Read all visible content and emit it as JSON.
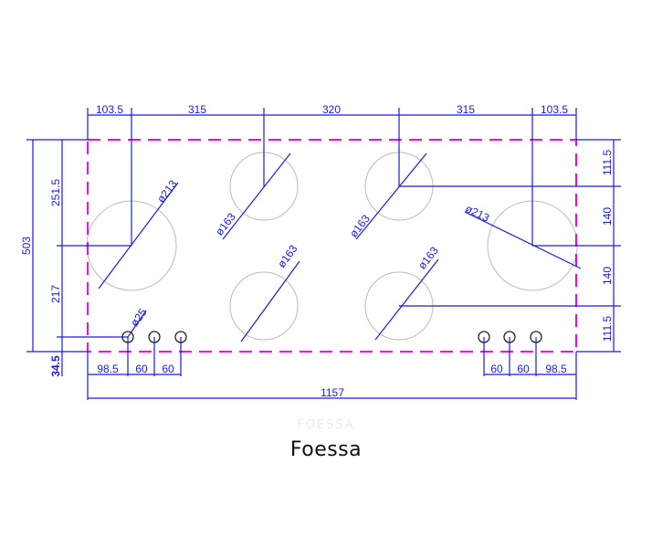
{
  "colors": {
    "dimension": "#1a1adc",
    "cutout_outline": "#e000e0",
    "burner": "#bbbbbb",
    "knob": "#222222",
    "brand_text": "#111111"
  },
  "top_dimensions": {
    "d1": "103.5",
    "d2": "315",
    "d3": "320",
    "d4": "315",
    "d5": "103.5"
  },
  "left_dimensions": {
    "overall": "503",
    "upper": "251.5",
    "lower": "217",
    "bottom": "34.5"
  },
  "right_dimensions": {
    "r1": "111.5",
    "r2": "140",
    "r3": "140",
    "r4": "111.5"
  },
  "bottom_dimensions": {
    "left_a": "98.5",
    "left_b": "60",
    "left_c": "60",
    "right_a": "60",
    "right_b": "60",
    "right_c": "98.5",
    "overall": "1157"
  },
  "burner_labels": {
    "large_left": "ø213",
    "large_right": "ø213",
    "small_tl": "ø163",
    "small_tr": "ø163",
    "small_bl": "ø163",
    "small_br": "ø163",
    "knob": "ø25"
  },
  "watermark": "FOESSA",
  "brand": "Foessa"
}
